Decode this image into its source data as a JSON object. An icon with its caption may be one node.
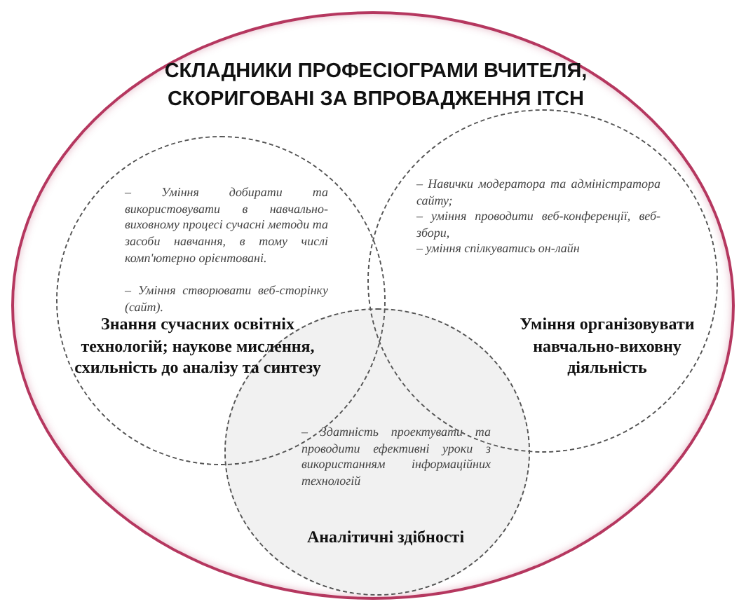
{
  "diagram": {
    "nodes": [
      {
        "text": [
          "СКЛАДНИКИ ПРОФЕСІОГРАМИ ВЧИТЕЛЯ, СКОРИГОВАНІ ЗА ВПРОВАДЖЕННЯ ІТСН"
        ]
      },
      {
        "text": [
          "– Уміння добирати та використовувати в навчально-виховному процесі сучасні методи та засоби навчання, в тому числі комп'ютерно орієнтовані.",
          "– Уміння створювати веб-сторінку (сайт).",
          "Знання сучасних освітніх технологій; наукове мислення, схильність до аналізу та синтезу"
        ],
        "in": 0
      },
      {
        "text": [
          "– Навички модератора та адміністратора сайту;",
          "– уміння проводити веб-конференції, веб-збори,",
          "– уміння спілкуватись он-лайн",
          "Уміння організовувати навчально-виховну діяльність"
        ],
        "in": 0
      },
      {
        "text": [
          "– Здатність проектувати та проводити ефективні уроки з використанням інформаційних технологій",
          "Аналітичні здібності"
        ],
        "in": 0
      }
    ]
  }
}
